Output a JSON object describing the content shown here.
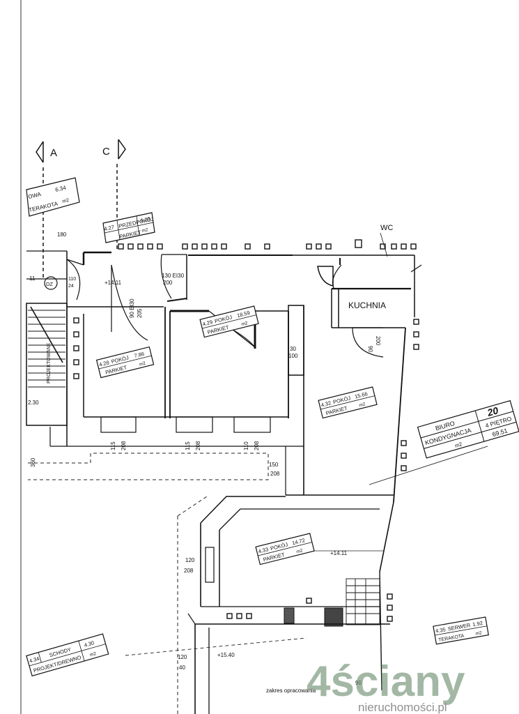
{
  "axes": {
    "a": "A",
    "c": "C"
  },
  "labels": {
    "wc": "WC",
    "kitchen": "KUCHNIA",
    "dz": "DZ",
    "door_main": "130 EI30",
    "door_main_h": "200",
    "door_hall": "90 EI30",
    "door_hall_h": "205",
    "door_kitchen": "90",
    "door_kitchen_h": "200",
    "door_small": "30",
    "door_small_h": "100",
    "d110": "110",
    "d24": "24",
    "d180": "180",
    "d11": "11",
    "elev1": "+14.11",
    "elev2": "+14.11",
    "elev3": "+15.40",
    "stair_note": "PROJEKTOWANE",
    "d230": "2.30",
    "d360": "360",
    "w115a": "115",
    "w208a": "208",
    "w115b": "115",
    "w208b": "208",
    "w110": "110",
    "w208c": "208",
    "w150": "150",
    "w208d": "208",
    "w120": "120",
    "w208e": "208",
    "w120b": "120",
    "w40": "40",
    "d090": "90",
    "scope": "zakres opracowania"
  },
  "rooms": {
    "r427": {
      "num": "4.27",
      "name": "PRZEDPOKÓJ",
      "area": "4.29",
      "floor": "PARKIET",
      "unit": "m2"
    },
    "r428": {
      "num": "4.28",
      "name": "POKÓJ",
      "area": "7.86",
      "floor": "PARKIET",
      "unit": "m2"
    },
    "r429": {
      "num": "4.29",
      "name": "POKÓJ",
      "area": "18.59",
      "floor": "PARKIET",
      "unit": "m2"
    },
    "r432": {
      "num": "4.32",
      "name": "POKÓJ",
      "area": "15.66",
      "floor": "PARKIET",
      "unit": "m2"
    },
    "r433": {
      "num": "4.33",
      "name": "POKÓJ",
      "area": "14.72",
      "floor": "PARKIET",
      "unit": "m2"
    },
    "r434": {
      "num": "4.34",
      "name": "SCHODY",
      "area": "4.30",
      "floor": "PROJEKT/DREWNO",
      "unit": "m2"
    },
    "r435": {
      "num": "4.35",
      "name": "SERWER",
      "area": "1.92",
      "floor": "TERAKOTA",
      "unit": "m2"
    },
    "rtop": {
      "name": "OWA",
      "area": "6.34",
      "floor": "TERAKOTA",
      "unit": "m2"
    }
  },
  "summary": {
    "type": "BIURO",
    "floor": "4 PIĘTRO",
    "level_label": "KONDYGNACJA",
    "level_num": "20",
    "unit": "m2",
    "total": "69.51"
  },
  "watermark": {
    "brand": "4ściany",
    "sub": "nieruchomości.pl"
  }
}
